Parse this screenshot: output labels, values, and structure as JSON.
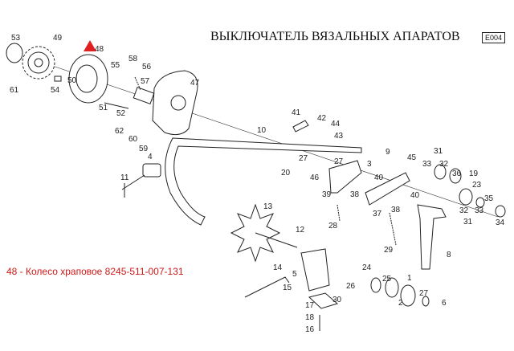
{
  "title": "ВЫКЛЮЧАТЕЛЬ ВЯЗАЛЬНЫХ АПАРАТОВ",
  "diagram_code": "E004",
  "highlight": {
    "part": "48",
    "color": "#e02020"
  },
  "caption": "48  -  Колесо храповое  8245-511-007-131",
  "callouts": [
    "53",
    "49",
    "48",
    "55",
    "58",
    "56",
    "57",
    "47",
    "54",
    "61",
    "50",
    "51",
    "52",
    "62",
    "60",
    "59",
    "10",
    "41",
    "42",
    "44",
    "43",
    "4",
    "11",
    "27",
    "27",
    "46",
    "20",
    "39",
    "38",
    "40",
    "3",
    "9",
    "45",
    "31",
    "33",
    "32",
    "36",
    "19",
    "23",
    "40",
    "38",
    "37",
    "32",
    "33",
    "31",
    "35",
    "34",
    "28",
    "29",
    "8",
    "13",
    "12",
    "14",
    "5",
    "15",
    "24",
    "26",
    "25",
    "1",
    "27",
    "2",
    "30",
    "17",
    "18",
    "16",
    "6"
  ]
}
